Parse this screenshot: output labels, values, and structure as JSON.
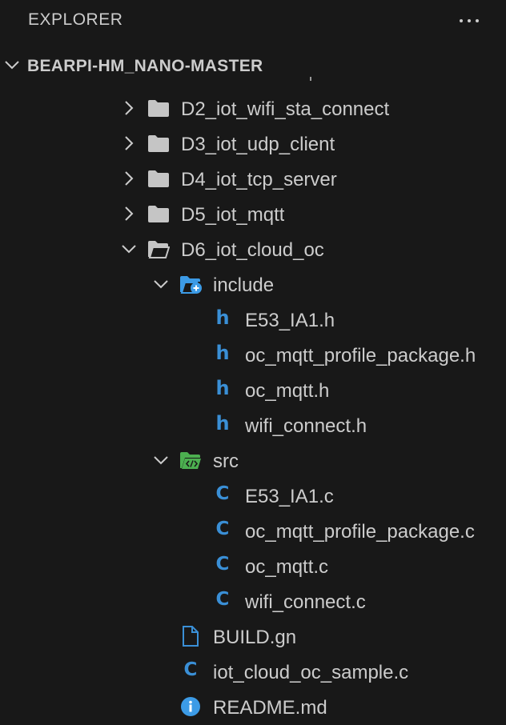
{
  "header": {
    "title": "EXPLORER"
  },
  "workspace": {
    "title": "BEARPI-HM_NANO-MASTER"
  },
  "tree": {
    "folders": [
      {
        "label": "D2_iot_wifi_sta_connect",
        "expanded": false
      },
      {
        "label": "D3_iot_udp_client",
        "expanded": false
      },
      {
        "label": "D4_iot_tcp_server",
        "expanded": false
      },
      {
        "label": "D5_iot_mqtt",
        "expanded": false
      },
      {
        "label": "D6_iot_cloud_oc",
        "expanded": true
      }
    ],
    "include": {
      "label": "include",
      "file_icon_glyph": "h",
      "files": [
        "E53_IA1.h",
        "oc_mqtt_profile_package.h",
        "oc_mqtt.h",
        "wifi_connect.h"
      ]
    },
    "src": {
      "label": "src",
      "file_icon_glyph": "C",
      "files": [
        "E53_IA1.c",
        "oc_mqtt_profile_package.c",
        "oc_mqtt.c",
        "wifi_connect.c"
      ]
    },
    "root_files": [
      {
        "label": "BUILD.gn",
        "icon": "file-icon"
      },
      {
        "label": "iot_cloud_oc_sample.c",
        "icon": "c-file-icon",
        "glyph": "C"
      },
      {
        "label": "README.md",
        "icon": "info-icon",
        "glyph": "i"
      }
    ]
  },
  "colors": {
    "background": "#181818",
    "text": "#cccccc",
    "folder_gray": "#c5c5c5",
    "folder_include_blue": "#3c9be6",
    "folder_src_green": "#4caf50",
    "file_icon_blue": "#3a8fd6"
  }
}
